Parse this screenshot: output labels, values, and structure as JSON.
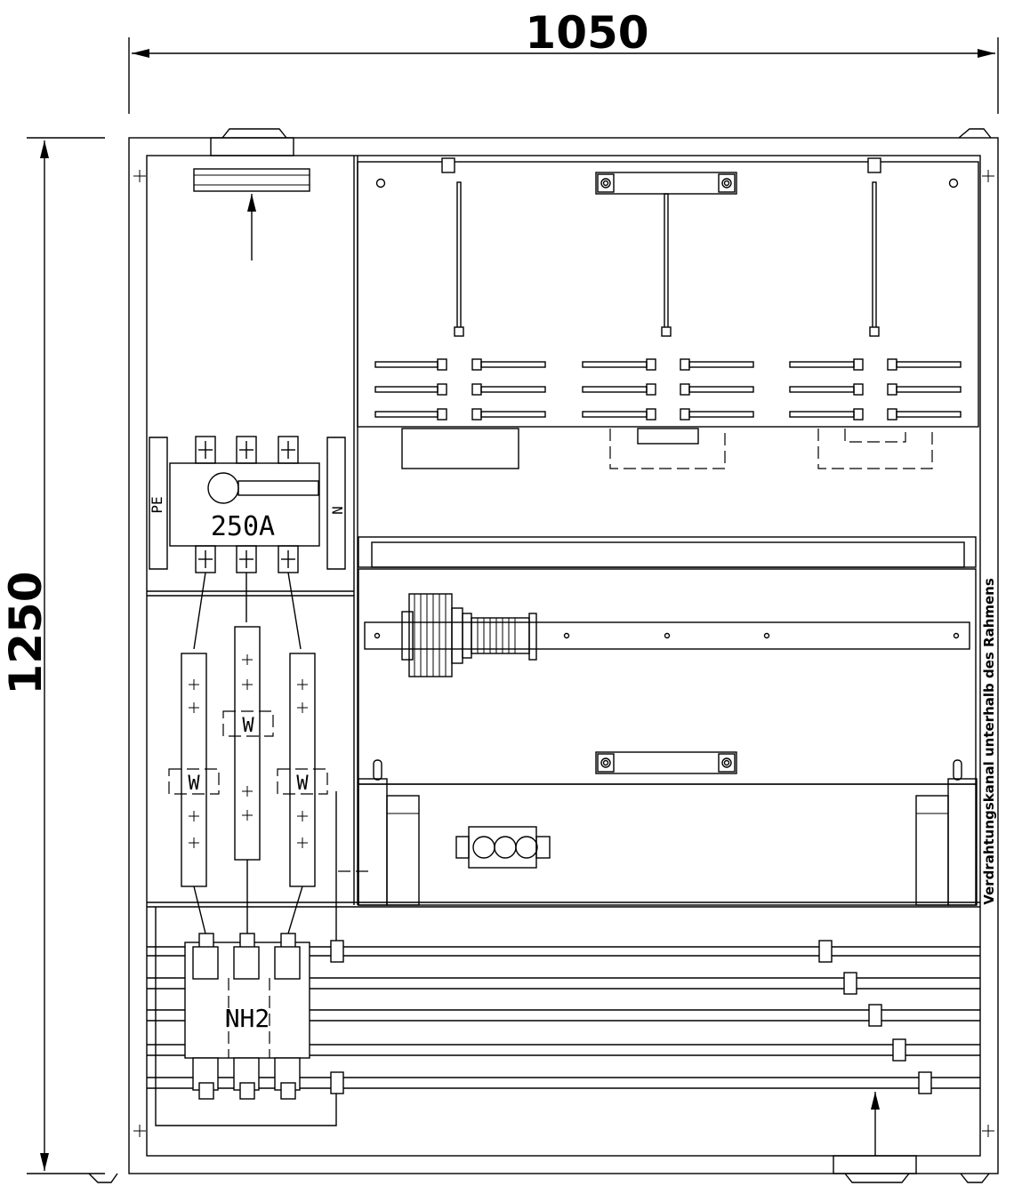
{
  "dimensions": {
    "width_label": "1050",
    "height_label": "1250"
  },
  "components": {
    "main_switch_rating": "250A",
    "pe_label": "PE",
    "n_label": "N",
    "fuse_base_label": "NH2",
    "fuse_marks": [
      "W",
      "W",
      "W"
    ]
  },
  "annotations": {
    "wiring_channel_note": "Verdrahtungskanal unterhalb des Rahmens"
  }
}
